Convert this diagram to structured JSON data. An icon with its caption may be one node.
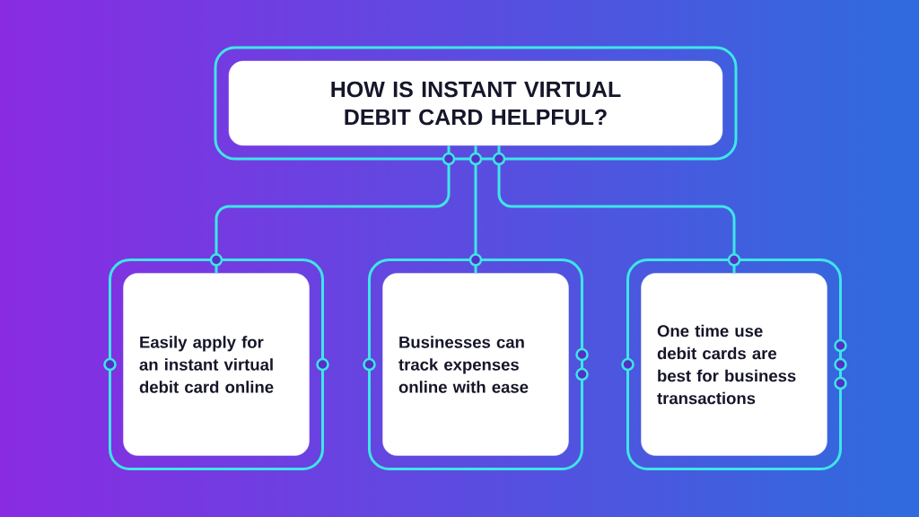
{
  "diagram": {
    "nodes": [
      {
        "text": [
          "HOW IS INSTANT VIRTUAL DEBIT CARD HELPFUL?"
        ]
      },
      {
        "text": [
          "Easily apply for an instant virtual debit card online"
        ]
      },
      {
        "text": [
          "Businesses can track expenses online with ease"
        ]
      },
      {
        "text": [
          "One time use debit cards are best for business transactions"
        ]
      }
    ],
    "edges": [
      {
        "from": 0,
        "to": 1,
        "arrow": "none"
      },
      {
        "from": 0,
        "to": 2,
        "arrow": "none"
      },
      {
        "from": 0,
        "to": 3,
        "arrow": "none"
      }
    ]
  }
}
